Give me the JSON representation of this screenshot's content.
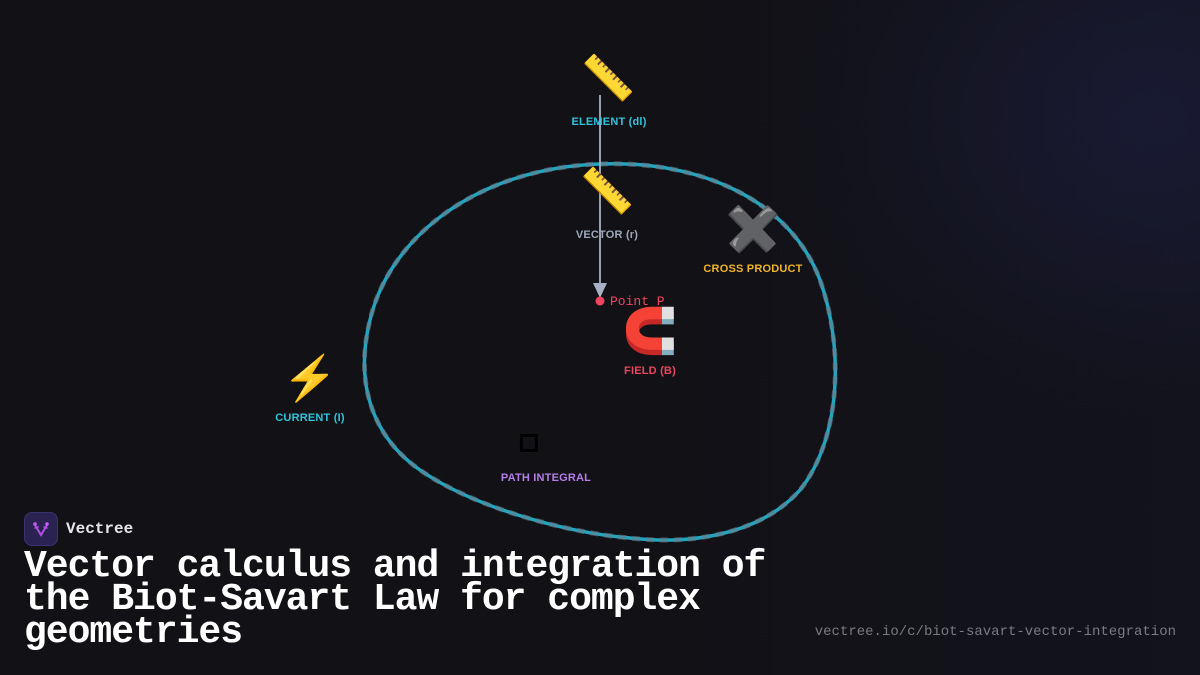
{
  "colors": {
    "background": "#111116",
    "loop": "#22a6c0",
    "loop_dash": "#5a6a78",
    "vector_line": "#a8b0c4",
    "point": "#f04560",
    "element_label": "#2ec4de",
    "vector_label": "#a0a8b8",
    "cross_label": "#f0b429",
    "field_label": "#f04560",
    "current_label": "#2ec4de",
    "path_label": "#b57ee8"
  },
  "diagram": {
    "nodes": [
      {
        "id": "element",
        "icon": "ruler-icon",
        "glyph": "📏",
        "label": "ELEMENT (dl)"
      },
      {
        "id": "vector",
        "icon": "ruler-icon",
        "glyph": "📏",
        "label": "VECTOR (r)"
      },
      {
        "id": "cross",
        "icon": "multiply-icon",
        "glyph": "✖️",
        "label": "CROSS PRODUCT"
      },
      {
        "id": "field",
        "icon": "magnet-icon",
        "glyph": "🧲",
        "label": "FIELD (B)"
      },
      {
        "id": "current",
        "icon": "lightning-icon",
        "glyph": "⚡",
        "label": "CURRENT (I)"
      },
      {
        "id": "path",
        "icon": "square-icon",
        "glyph": "",
        "label": "PATH INTEGRAL"
      }
    ],
    "point_label": "Point P"
  },
  "brand": {
    "name": "Vectree"
  },
  "title": "Vector calculus and integration of the Biot-Savart Law for complex geometries",
  "url": "vectree.io/c/biot-savart-vector-integration"
}
